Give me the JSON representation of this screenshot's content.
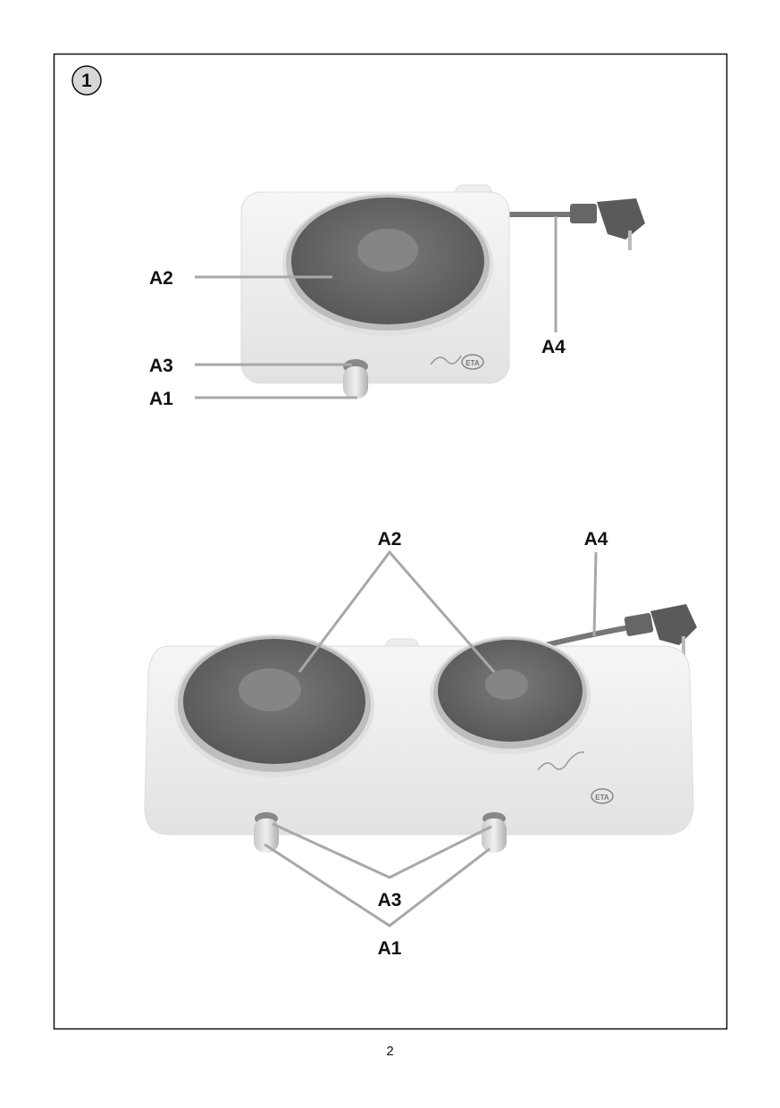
{
  "figure": {
    "number": "1",
    "single_hotplate": {
      "labels": {
        "a1": "A1",
        "a2": "A2",
        "a3": "A3",
        "a4": "A4"
      },
      "logo": "ETA"
    },
    "double_hotplate": {
      "labels": {
        "a1": "A1",
        "a2": "A2",
        "a3": "A3",
        "a4": "A4"
      },
      "logo": "ETA"
    }
  },
  "page_number": "2"
}
